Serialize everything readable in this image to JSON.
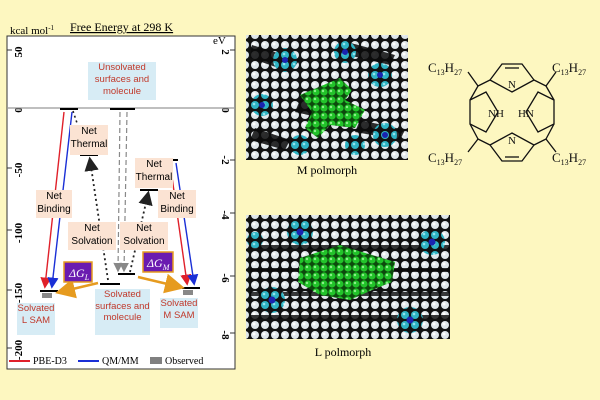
{
  "colors": {
    "background": "#fdf7c0",
    "energy_panel": "#ffffff",
    "pbe_d3": "#e0202a",
    "qm_mm": "#1a2fd6",
    "observed": "#808080",
    "label_box_peach": "#fbe3d3",
    "label_box_blue": "#d7ecf5",
    "delta_box": "#6a1bb0",
    "orange_arrow": "#e69b1f",
    "molecule_green": "#27c52b",
    "molecule_cyan": "#33b9c5"
  },
  "energy_diagram": {
    "title": "Free Energy  at 298 K",
    "left_unit": "kcal mol",
    "left_unit_sup": "-1",
    "right_unit": "eV",
    "left_ticks": [
      "50",
      "0",
      "-50",
      "-100",
      "-150",
      "-200"
    ],
    "right_ticks": [
      "2",
      "0",
      "-2",
      "-4",
      "-6",
      "-8"
    ],
    "labels": {
      "unsolvated": "Unsolvated surfaces and molecule",
      "net_thermal_l": "Net Thermal",
      "net_thermal_m": "Net Thermal",
      "net_binding_l": "Net Binding",
      "net_binding_m": "Net Binding",
      "net_solvation_l": "Net Solvation",
      "net_solvation_m": "Net Solvation",
      "solvated_center": "Solvated surfaces and molecule",
      "solvated_l": "Solvated L SAM",
      "solvated_m": "Solvated M SAM",
      "delta_l": "ΔG",
      "delta_l_sub": "L",
      "delta_m": "ΔG",
      "delta_m_sub": "M"
    },
    "legend": [
      {
        "label": "PBE-D3",
        "color": "#e0202a"
      },
      {
        "label": "QM/MM",
        "color": "#1a2fd6"
      },
      {
        "label": "Observed",
        "color": "#808080"
      }
    ]
  },
  "images": {
    "m_caption": "M polmorph",
    "l_caption": "L polmorph"
  },
  "structure": {
    "substituent_tl": "C",
    "substituent_tl_sub": "13",
    "substituent_tl_h": "H",
    "substituent_tl_hsub": "27",
    "nh": "NH",
    "hn": "HN",
    "n_top": "N",
    "n_bottom": "N"
  }
}
